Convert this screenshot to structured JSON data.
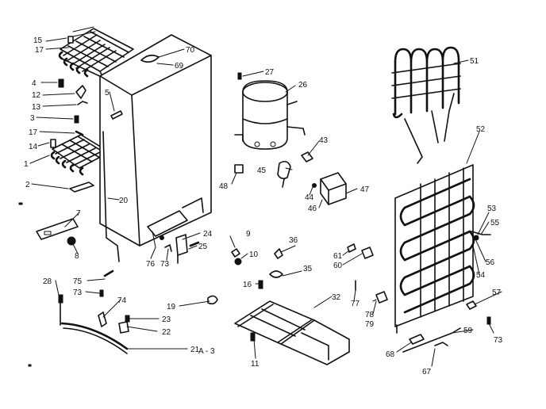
{
  "diagram": {
    "page_code": "A - 3",
    "callouts": [
      {
        "id": "c15",
        "text": "15"
      },
      {
        "id": "c17a",
        "text": "17"
      },
      {
        "id": "c4",
        "text": "4"
      },
      {
        "id": "c12",
        "text": "12"
      },
      {
        "id": "c13",
        "text": "13"
      },
      {
        "id": "c3",
        "text": "3"
      },
      {
        "id": "c17b",
        "text": "17"
      },
      {
        "id": "c14",
        "text": "14"
      },
      {
        "id": "c1",
        "text": "1"
      },
      {
        "id": "c2",
        "text": "2"
      },
      {
        "id": "c7",
        "text": "7"
      },
      {
        "id": "c8",
        "text": "8"
      },
      {
        "id": "c5",
        "text": "5"
      },
      {
        "id": "c70",
        "text": "70"
      },
      {
        "id": "c69",
        "text": "69"
      },
      {
        "id": "c20",
        "text": "20"
      },
      {
        "id": "c24",
        "text": "24"
      },
      {
        "id": "c25",
        "text": "25"
      },
      {
        "id": "c76",
        "text": "76"
      },
      {
        "id": "c73a",
        "text": "73"
      },
      {
        "id": "c27",
        "text": "27"
      },
      {
        "id": "c26",
        "text": "26"
      },
      {
        "id": "c43",
        "text": "43"
      },
      {
        "id": "c45",
        "text": "45"
      },
      {
        "id": "c48",
        "text": "48"
      },
      {
        "id": "c44",
        "text": "44"
      },
      {
        "id": "c46",
        "text": "46"
      },
      {
        "id": "c47",
        "text": "47"
      },
      {
        "id": "c9",
        "text": "9"
      },
      {
        "id": "c10",
        "text": "10"
      },
      {
        "id": "c36",
        "text": "36"
      },
      {
        "id": "c35",
        "text": "35"
      },
      {
        "id": "c61",
        "text": "61"
      },
      {
        "id": "c60",
        "text": "60"
      },
      {
        "id": "c16",
        "text": "16"
      },
      {
        "id": "c32",
        "text": "32"
      },
      {
        "id": "c77",
        "text": "77"
      },
      {
        "id": "c78",
        "text": "78"
      },
      {
        "id": "c79",
        "text": "79"
      },
      {
        "id": "c11",
        "text": "11"
      },
      {
        "id": "c51",
        "text": "51"
      },
      {
        "id": "c52",
        "text": "52"
      },
      {
        "id": "c53",
        "text": "53"
      },
      {
        "id": "c55",
        "text": "55"
      },
      {
        "id": "c56",
        "text": "56"
      },
      {
        "id": "c54",
        "text": "54"
      },
      {
        "id": "c57",
        "text": "57"
      },
      {
        "id": "c73b",
        "text": "73"
      },
      {
        "id": "c59",
        "text": "59"
      },
      {
        "id": "c68",
        "text": "68"
      },
      {
        "id": "c67",
        "text": "67"
      },
      {
        "id": "c28",
        "text": "28"
      },
      {
        "id": "c75",
        "text": "75"
      },
      {
        "id": "c73c",
        "text": "73"
      },
      {
        "id": "c74",
        "text": "74"
      },
      {
        "id": "c19",
        "text": "19"
      },
      {
        "id": "c23",
        "text": "23"
      },
      {
        "id": "c22",
        "text": "22"
      },
      {
        "id": "c21",
        "text": "21"
      }
    ]
  }
}
